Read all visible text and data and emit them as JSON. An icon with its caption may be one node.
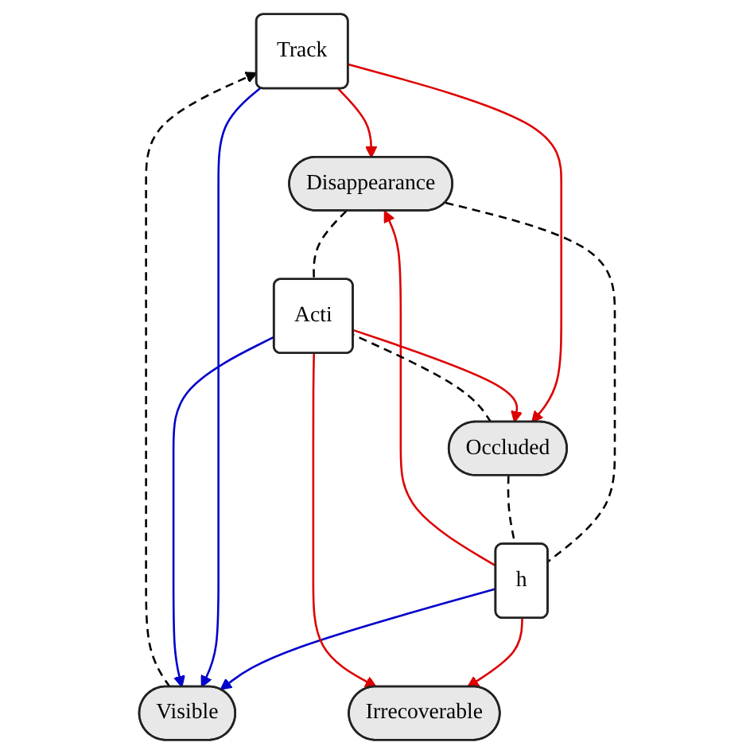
{
  "diagram": {
    "nodes": [
      {
        "text": [
          "Track"
        ]
      },
      {
        "text": [
          "Visible"
        ]
      },
      {
        "text": [
          "h"
        ]
      },
      {
        "text": [
          "Disappearance"
        ]
      },
      {
        "text": [
          "Occluded"
        ]
      },
      {
        "text": [
          "Acti"
        ]
      },
      {
        "text": [
          "Irrecoverable"
        ]
      }
    ],
    "edges": [
      {
        "from": 2,
        "to": 1,
        "arrow": "to",
        "color": "#0000cc"
      },
      {
        "from": 0,
        "to": 1,
        "arrow": "to",
        "color": "#0000cc"
      },
      {
        "from": 5,
        "to": 1,
        "arrow": "to",
        "color": "#0000cc"
      },
      {
        "from": 1,
        "to": 0,
        "arrow": "to",
        "style": "dashed",
        "color": "#000000"
      },
      {
        "from": 0,
        "to": 3,
        "arrow": "to",
        "color": "#dd0000"
      },
      {
        "from": 0,
        "to": 4,
        "arrow": "to",
        "color": "#dd0000"
      },
      {
        "from": 2,
        "to": 3,
        "arrow": "to",
        "color": "#dd0000"
      },
      {
        "from": 5,
        "to": 4,
        "arrow": "to",
        "color": "#dd0000"
      },
      {
        "from": 3,
        "to": 2,
        "arrow": "none",
        "style": "dashed",
        "color": "#000000"
      },
      {
        "from": 3,
        "to": 5,
        "arrow": "none",
        "style": "dashed",
        "color": "#000000"
      },
      {
        "from": 4,
        "to": 2,
        "arrow": "none",
        "style": "dashed",
        "color": "#000000"
      },
      {
        "from": 4,
        "to": 5,
        "arrow": "none",
        "style": "dashed",
        "color": "#000000"
      },
      {
        "from": 2,
        "to": 6,
        "arrow": "to",
        "color": "#dd0000"
      },
      {
        "from": 5,
        "to": 6,
        "arrow": "to",
        "color": "#dd0000"
      }
    ]
  }
}
